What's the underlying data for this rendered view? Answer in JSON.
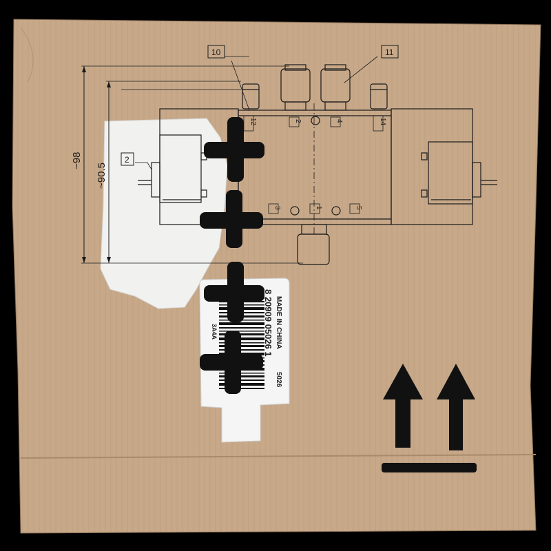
{
  "dimensions": {
    "overall_height": "~98",
    "body_height": "~90.5"
  },
  "callouts": {
    "top_left": "10",
    "top_right": "11",
    "side_left": "2"
  },
  "ports": {
    "p12": "12",
    "p2": "2",
    "p4": "4",
    "p14": "14",
    "p3": "3",
    "p1": "1",
    "p5": "5"
  },
  "tag_label": {
    "code_top": "3A4A",
    "barcode_digits": "8  20909  05026  1",
    "made_in": "MADE IN CHINA",
    "code_bottom": "5026"
  },
  "colors": {
    "cardboard": "#c7a98a",
    "ink": "#1a1a1a",
    "paper": "#f1f1f0",
    "background": "#000000"
  },
  "icons": [
    "this-way-up-arrows-icon",
    "plus-mark-icon"
  ]
}
